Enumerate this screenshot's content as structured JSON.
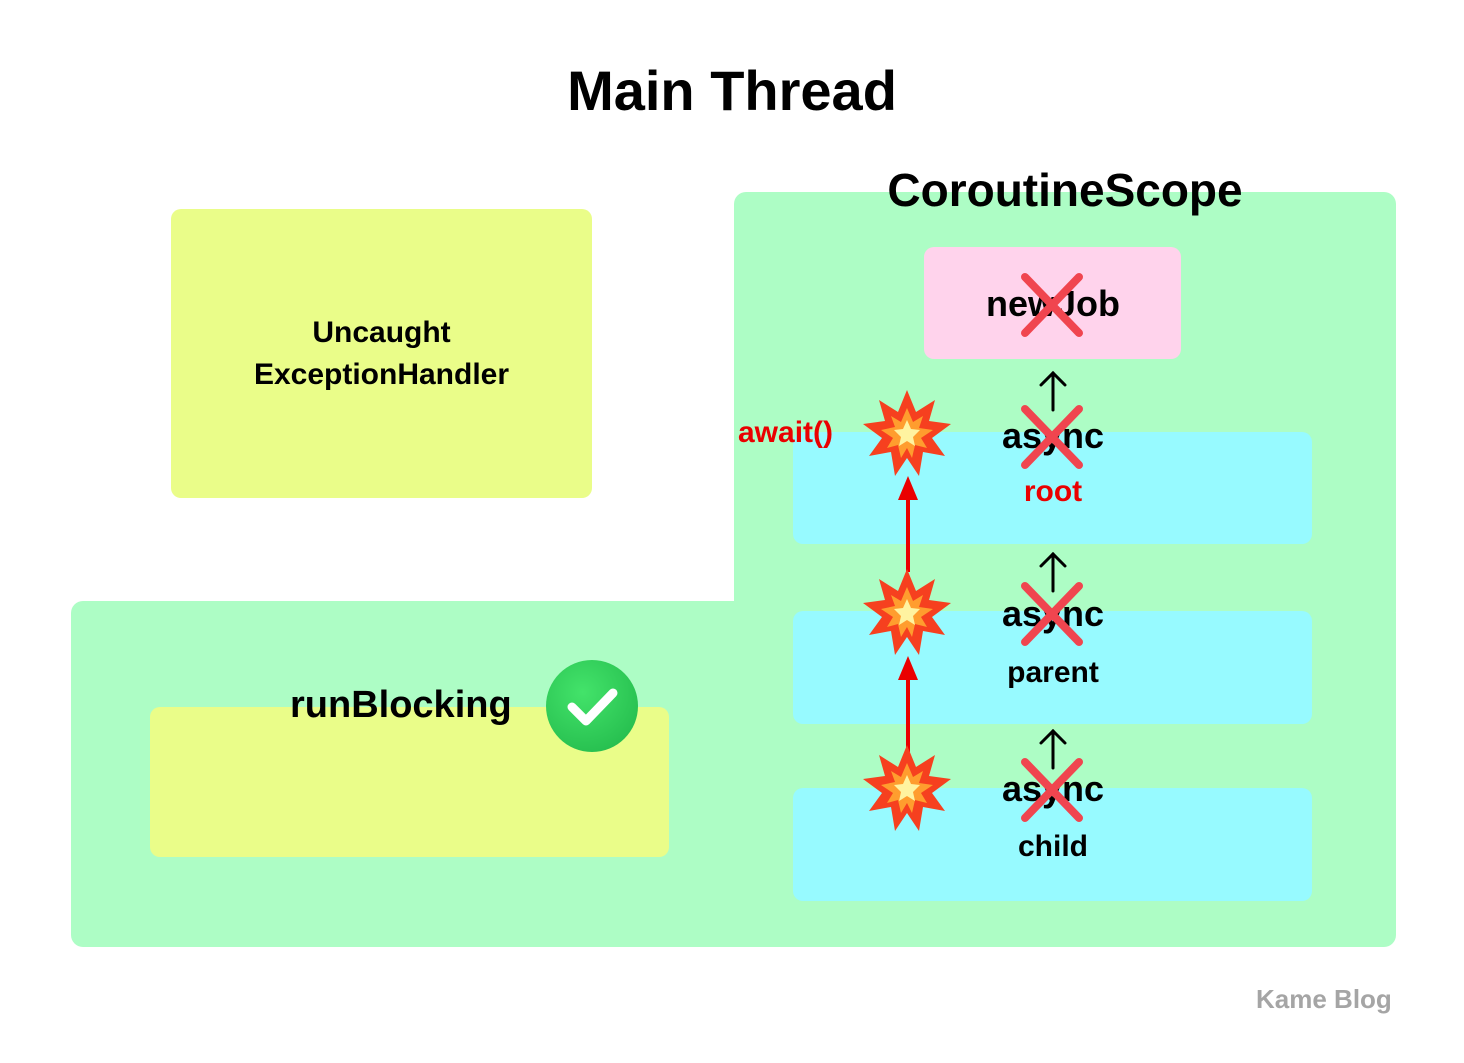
{
  "title": "Main Thread",
  "scope": {
    "label": "CoroutineScope"
  },
  "handler": {
    "line1": "Uncaught",
    "line2": "ExceptionHandler"
  },
  "run_blocking": {
    "label": "runBlocking",
    "status_icon": "check-mark-icon"
  },
  "job": {
    "label": "newJob",
    "status_icon": "cross-mark-icon"
  },
  "coroutines": [
    {
      "label": "async",
      "role": "root",
      "role_color": "#ea0000",
      "status_icon": "cross-mark-icon"
    },
    {
      "label": "async",
      "role": "parent",
      "role_color": "#000000",
      "status_icon": "cross-mark-icon"
    },
    {
      "label": "async",
      "role": "child",
      "role_color": "#000000",
      "status_icon": "cross-mark-icon"
    }
  ],
  "await_label": "await()",
  "watermark": "Kame Blog",
  "colors": {
    "scope": "#adfdc5",
    "handler": "#eafd89",
    "job": "#ffd3ec",
    "coroutine": "#97faff",
    "exception": "#ea0000"
  }
}
